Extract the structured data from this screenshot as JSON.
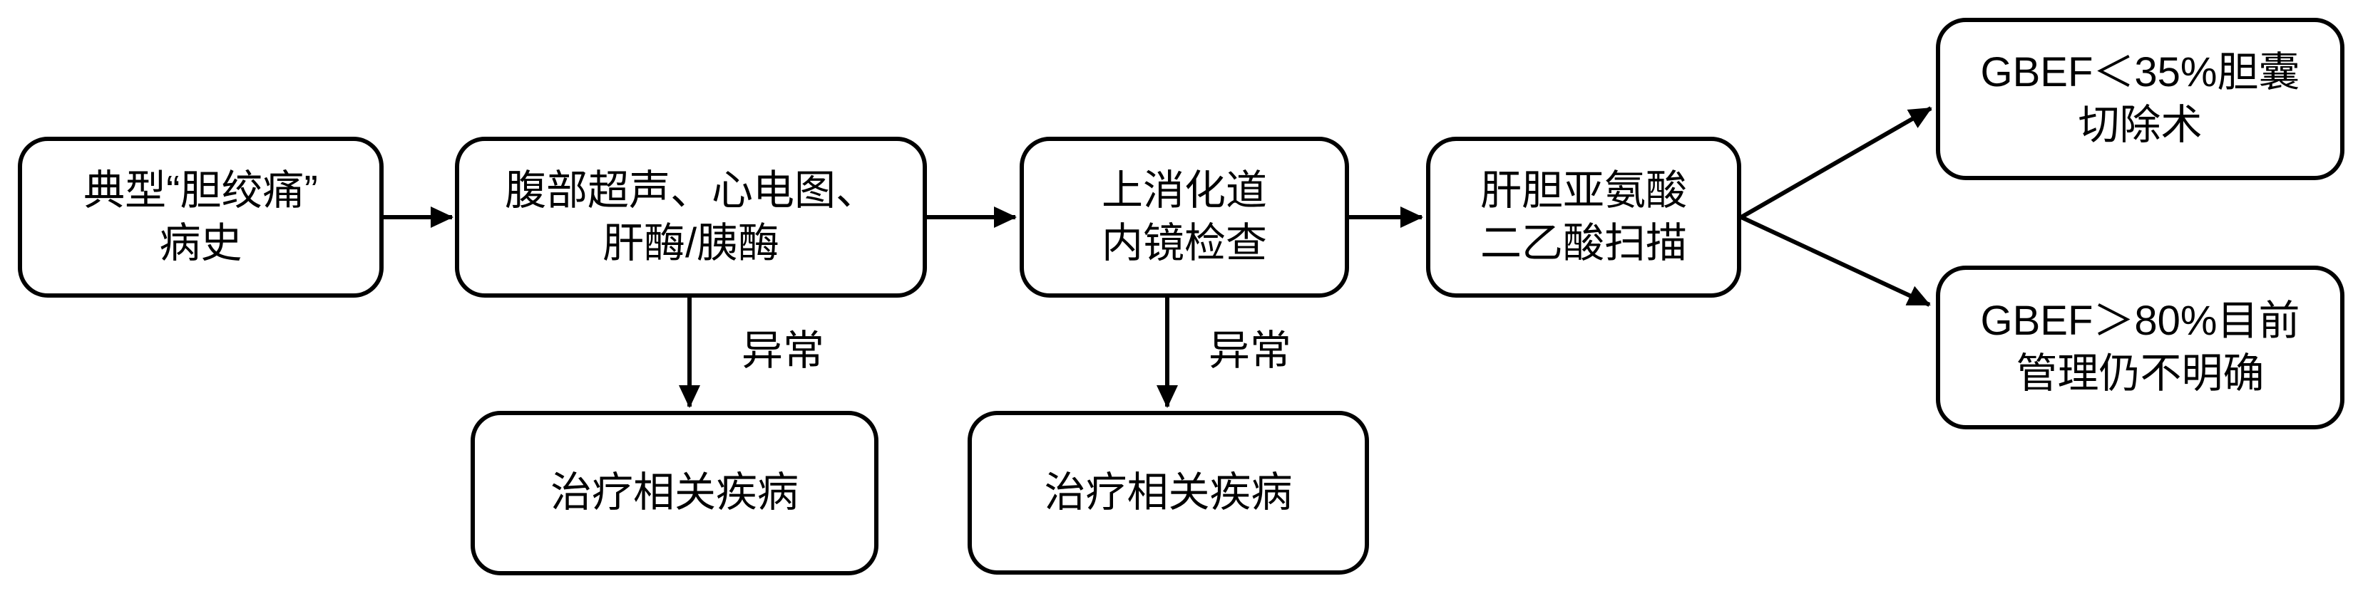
{
  "diagram": {
    "title_hint": "胆绞痛诊断流程图",
    "colors": {
      "background": "#ffffff",
      "stroke": "#000000",
      "text": "#000000"
    },
    "nodes": {
      "history": {
        "lines": [
          "典型“胆绞痛”",
          "病史"
        ]
      },
      "initial_workup": {
        "lines": [
          "腹部超声、心电图、",
          "肝酶/胰酶"
        ]
      },
      "endoscopy": {
        "lines": [
          "上消化道",
          "内镜检查"
        ]
      },
      "hida_scan": {
        "lines": [
          "肝胆亚氨酸",
          "二乙酸扫描"
        ]
      },
      "gbef_low": {
        "lines": [
          "GBEF＜35%胆囊",
          "切除术"
        ]
      },
      "gbef_high": {
        "lines": [
          "GBEF＞80%目前",
          "管理仍不明确"
        ]
      },
      "treat_related_disease_1": {
        "lines": [
          "治疗相关疾病"
        ]
      },
      "treat_related_disease_2": {
        "lines": [
          "治疗相关疾病"
        ]
      }
    },
    "edge_labels": {
      "abnormal_1": "异常",
      "abnormal_2": "异常"
    }
  }
}
